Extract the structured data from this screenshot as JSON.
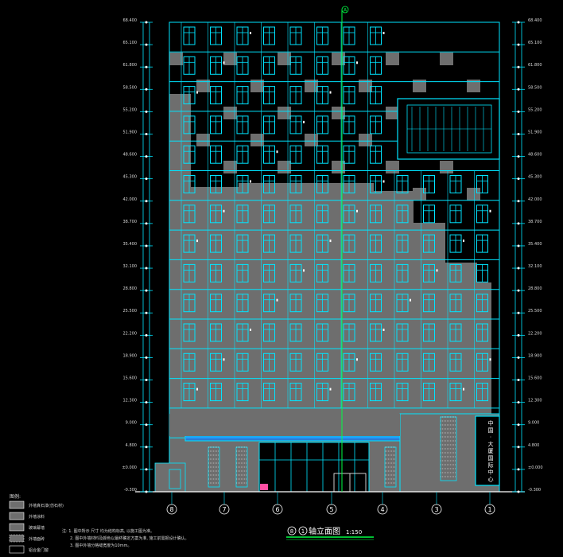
{
  "title": {
    "axis_left": "8",
    "axis_right": "1",
    "label": "轴立面图",
    "scale": "1:150"
  },
  "top_axis_marker": "A",
  "axis_labels": [
    "8",
    "7",
    "6",
    "5",
    "4",
    "3",
    "1"
  ],
  "levels": {
    "left": [
      "-0.300",
      "±0.000",
      "4.800",
      "9.000",
      "12.300",
      "15.600",
      "18.900",
      "22.200",
      "25.500",
      "28.800",
      "32.100",
      "35.400",
      "38.700",
      "42.000",
      "45.300",
      "48.600",
      "51.900",
      "55.200",
      "58.500",
      "61.800",
      "65.100",
      "68.400"
    ],
    "right": [
      "-0.300",
      "±0.000",
      "4.800",
      "9.000",
      "12.300",
      "15.600",
      "18.900",
      "22.200",
      "25.500",
      "28.800",
      "32.100",
      "35.400",
      "38.700",
      "42.000",
      "45.300",
      "48.600",
      "51.900",
      "55.200",
      "58.500",
      "61.800",
      "65.100",
      "68.400"
    ]
  },
  "legend": {
    "heading": "图例:",
    "items": [
      "外墙真石漆(仿石材)",
      "外墙涂料",
      "玻璃幕墙",
      "外墙面砖",
      "铝合金门窗"
    ]
  },
  "notes": [
    "注: 1. 图中所示 尺寸 均为结构标高, 以施工图为准。",
    "2. 图中外墙材料及颜色以最终确定方案为准, 施工前需报设计确认。",
    "3. 图中外墙分格缝宽度为10mm。"
  ],
  "entrance_sign_chars": [
    "中",
    "国",
    "·",
    "大",
    "厦",
    "国",
    "际",
    "中",
    "心"
  ],
  "colors": {
    "background": "#000000",
    "wall": "#6e6e6e",
    "line": "#00e5ff",
    "axis": "#00ff44",
    "white": "#ffffff",
    "text": "#d8d8d8"
  }
}
